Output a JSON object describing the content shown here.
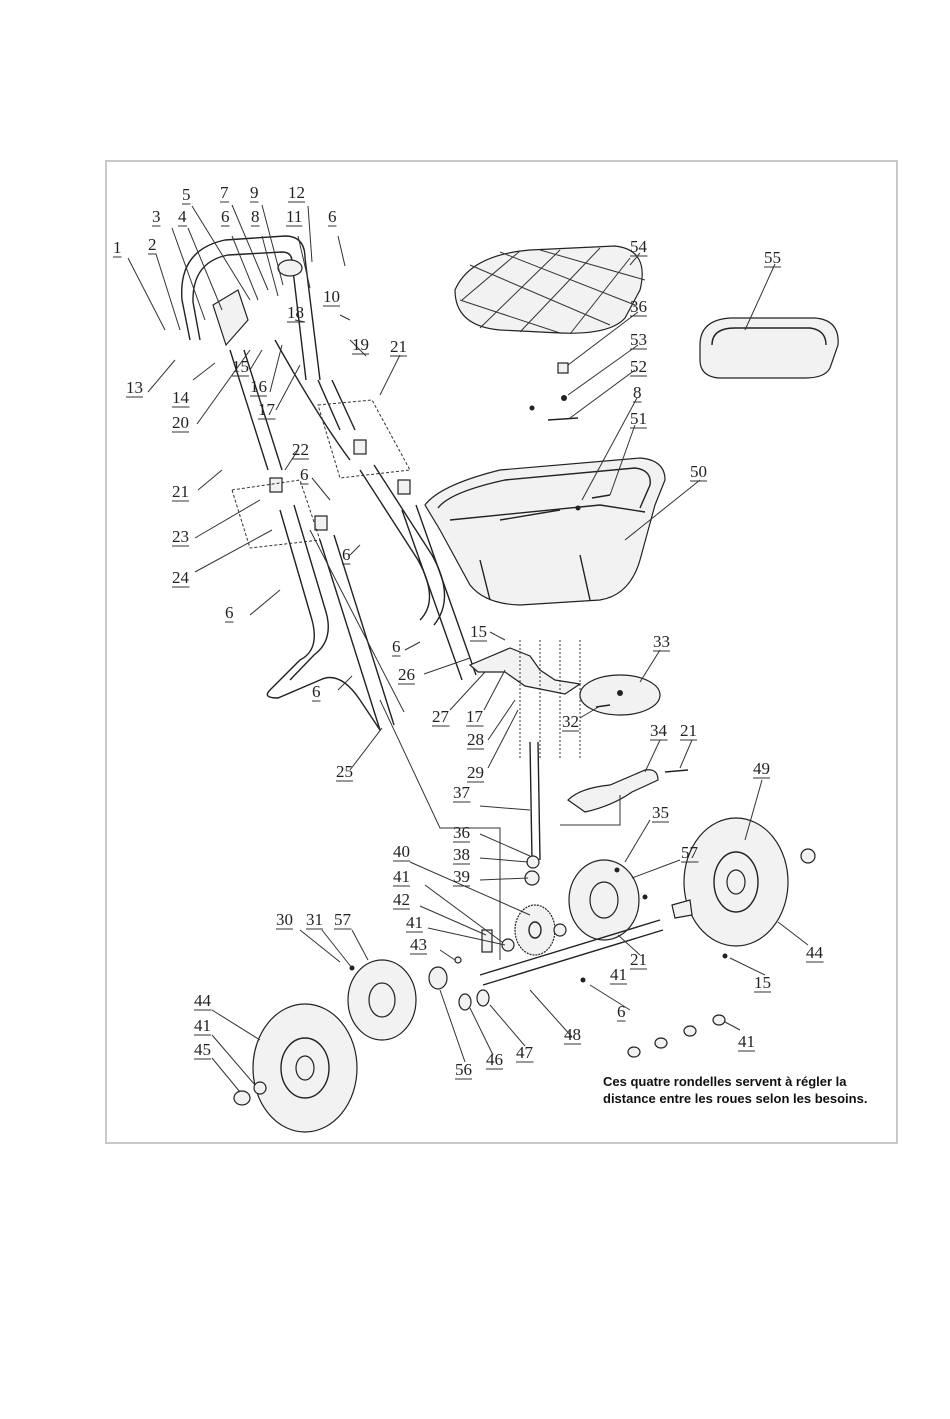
{
  "diagram": {
    "callouts": [
      {
        "text": "1"
      },
      {
        "text": "2"
      },
      {
        "text": "3"
      },
      {
        "text": "4"
      },
      {
        "text": "5"
      },
      {
        "text": "6"
      },
      {
        "text": "7"
      },
      {
        "text": "8"
      },
      {
        "text": "9"
      },
      {
        "text": "12"
      },
      {
        "text": "11"
      },
      {
        "text": "6"
      },
      {
        "text": "10"
      },
      {
        "text": "18"
      },
      {
        "text": "19"
      },
      {
        "text": "21"
      },
      {
        "text": "13"
      },
      {
        "text": "14"
      },
      {
        "text": "15"
      },
      {
        "text": "16"
      },
      {
        "text": "20"
      },
      {
        "text": "17"
      },
      {
        "text": "22"
      },
      {
        "text": "21"
      },
      {
        "text": "6"
      },
      {
        "text": "23"
      },
      {
        "text": "24"
      },
      {
        "text": "6"
      },
      {
        "text": "6"
      },
      {
        "text": "6"
      },
      {
        "text": "6"
      },
      {
        "text": "26"
      },
      {
        "text": "27"
      },
      {
        "text": "17"
      },
      {
        "text": "15"
      },
      {
        "text": "28"
      },
      {
        "text": "29"
      },
      {
        "text": "25"
      },
      {
        "text": "54"
      },
      {
        "text": "55"
      },
      {
        "text": "36"
      },
      {
        "text": "53"
      },
      {
        "text": "52"
      },
      {
        "text": "8"
      },
      {
        "text": "51"
      },
      {
        "text": "50"
      },
      {
        "text": "33"
      },
      {
        "text": "32"
      },
      {
        "text": "34"
      },
      {
        "text": "21"
      },
      {
        "text": "37"
      },
      {
        "text": "36"
      },
      {
        "text": "38"
      },
      {
        "text": "39"
      },
      {
        "text": "40"
      },
      {
        "text": "41"
      },
      {
        "text": "42"
      },
      {
        "text": "41"
      },
      {
        "text": "43"
      },
      {
        "text": "35"
      },
      {
        "text": "57"
      },
      {
        "text": "49"
      },
      {
        "text": "44"
      },
      {
        "text": "15"
      },
      {
        "text": "21"
      },
      {
        "text": "41"
      },
      {
        "text": "6"
      },
      {
        "text": "48"
      },
      {
        "text": "47"
      },
      {
        "text": "46"
      },
      {
        "text": "56"
      },
      {
        "text": "30"
      },
      {
        "text": "31"
      },
      {
        "text": "57"
      },
      {
        "text": "44"
      },
      {
        "text": "41"
      },
      {
        "text": "45"
      },
      {
        "text": "41"
      }
    ],
    "note": "Ces quatre rondelles servent à régler la distance entre les roues selon les besoins."
  }
}
